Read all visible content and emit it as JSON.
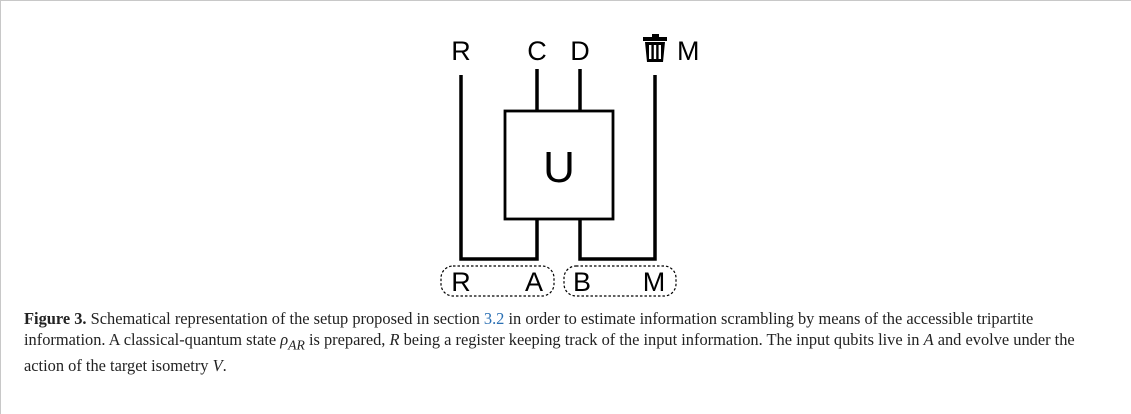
{
  "diagram": {
    "top_labels": {
      "r": "R",
      "c": "C",
      "d": "D",
      "m": "M"
    },
    "gate_label": "U",
    "bottom_labels": {
      "r": "R",
      "a": "A",
      "b": "B",
      "m": "M"
    },
    "icons": {
      "discard": "trash-icon"
    }
  },
  "caption": {
    "fig_num": "Figure 3.",
    "seg1": " Schematical representation of the setup proposed in section ",
    "link": "3.2",
    "seg2": " in order to estimate information scrambling by means of the accessible tripartite information. A classical-quantum state ",
    "rho": "ρ",
    "rho_sub": "AR",
    "seg3": " is prepared, ",
    "r_var": "R",
    "seg4": " being a register keeping track of the input information. The input qubits live in ",
    "a_var": "A",
    "seg5": " and evolve under the action of the target isometry ",
    "v_var": "V",
    "seg6": "."
  }
}
